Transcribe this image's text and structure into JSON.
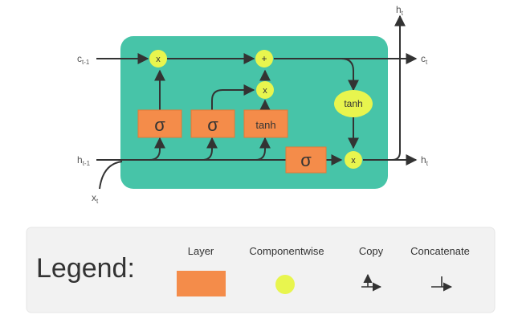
{
  "diagram": {
    "inputs": {
      "c_prev": {
        "base": "c",
        "sub": "t-1"
      },
      "h_prev": {
        "base": "h",
        "sub": "t-1"
      },
      "x_in": {
        "base": "x",
        "sub": "t"
      }
    },
    "outputs": {
      "c_out": {
        "base": "c",
        "sub": "t"
      },
      "h_out": {
        "base": "h",
        "sub": "t"
      },
      "h_top": {
        "base": "h",
        "sub": "t"
      }
    },
    "ops": {
      "multiply": "x",
      "add": "+",
      "tanh": "tanh"
    },
    "layers": {
      "sigma": "σ",
      "tanh": "tanh"
    }
  },
  "legend": {
    "title": "Legend:",
    "items": {
      "layer": "Layer",
      "componentwise": "Componentwise",
      "copy": "Copy",
      "concatenate": "Concatenate"
    }
  },
  "colors": {
    "cell_bg": "#47c4a8",
    "layer": "#f48c4a",
    "op": "#e8f54e",
    "line": "#333333",
    "legend_bg": "#f2f2f2"
  }
}
